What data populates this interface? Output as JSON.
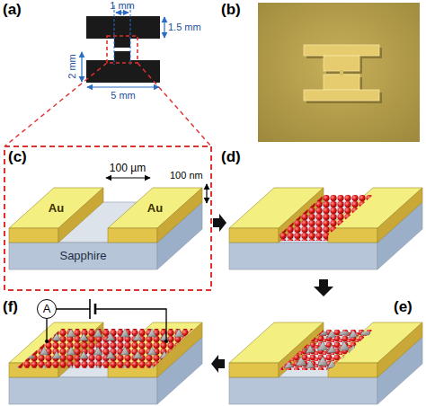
{
  "diagram": {
    "nodes": [
      {
        "text": [
          "Au"
        ]
      },
      {
        "text": [
          "Au"
        ]
      },
      {
        "text": [
          "Sapphire"
        ]
      },
      {
        "text": [
          "A"
        ]
      }
    ],
    "labels": [
      "(a)",
      "1 mm",
      "1.5 mm",
      "2 mm",
      "5 mm",
      "(b)",
      "(c)",
      "100 µm",
      "100 nm",
      "(d)",
      "(e)",
      "(f)"
    ]
  }
}
